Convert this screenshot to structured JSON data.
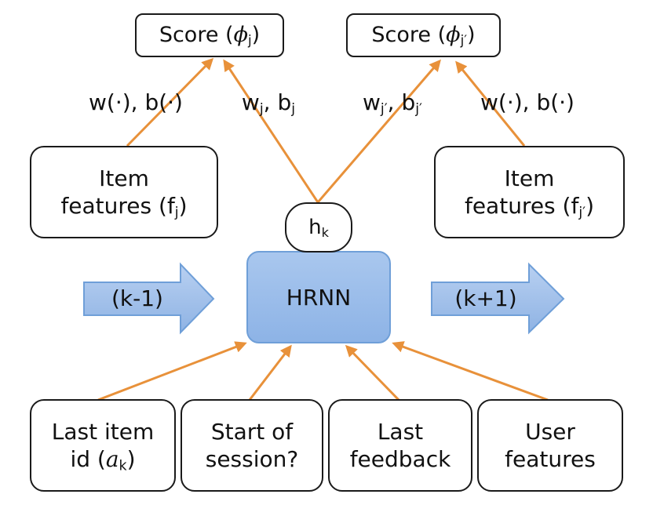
{
  "nodes": {
    "score_left": {
      "prefix": "Score (",
      "symbol": "ϕ",
      "sub": "j",
      "suffix": ")"
    },
    "score_right": {
      "prefix": "Score (",
      "symbol": "ϕ",
      "sub": "j′",
      "suffix": ")"
    },
    "item_left": {
      "line1": "Item",
      "line2": "features (f",
      "sub": "j",
      "suffix": ")"
    },
    "item_right": {
      "line1": "Item",
      "line2": "features (f",
      "sub": "j′",
      "suffix": ")"
    },
    "hidden": {
      "main": "h",
      "sub": "k"
    },
    "hrnn": {
      "label": "HRNN"
    },
    "last_item": {
      "line1": "Last item",
      "line2": "id (",
      "symbol": "a",
      "sub": "k",
      "suffix": ")"
    },
    "start_session": {
      "line1": "Start of",
      "line2": "session?"
    },
    "last_feedback": {
      "line1": "Last",
      "line2": "feedback"
    },
    "user_features": {
      "line1": "User",
      "line2": "features"
    }
  },
  "edge_labels": {
    "wb_left": "w(·), b(·)",
    "wj": {
      "w": "w",
      "wsub": "j",
      "sep": ", b",
      "bsub": "j"
    },
    "wj_prime": {
      "w": "w",
      "wsub": "j′",
      "sep": ", b",
      "bsub": "j′"
    },
    "wb_right": "w(·), b(·)"
  },
  "steps": {
    "prev": "(k-1)",
    "next": "(k+1)"
  },
  "colors": {
    "edge": "#e8913a",
    "hrnn_fill": "#9bbde9",
    "hrnn_border": "#6f9fd8",
    "block_arrow": "#9bbde9"
  }
}
